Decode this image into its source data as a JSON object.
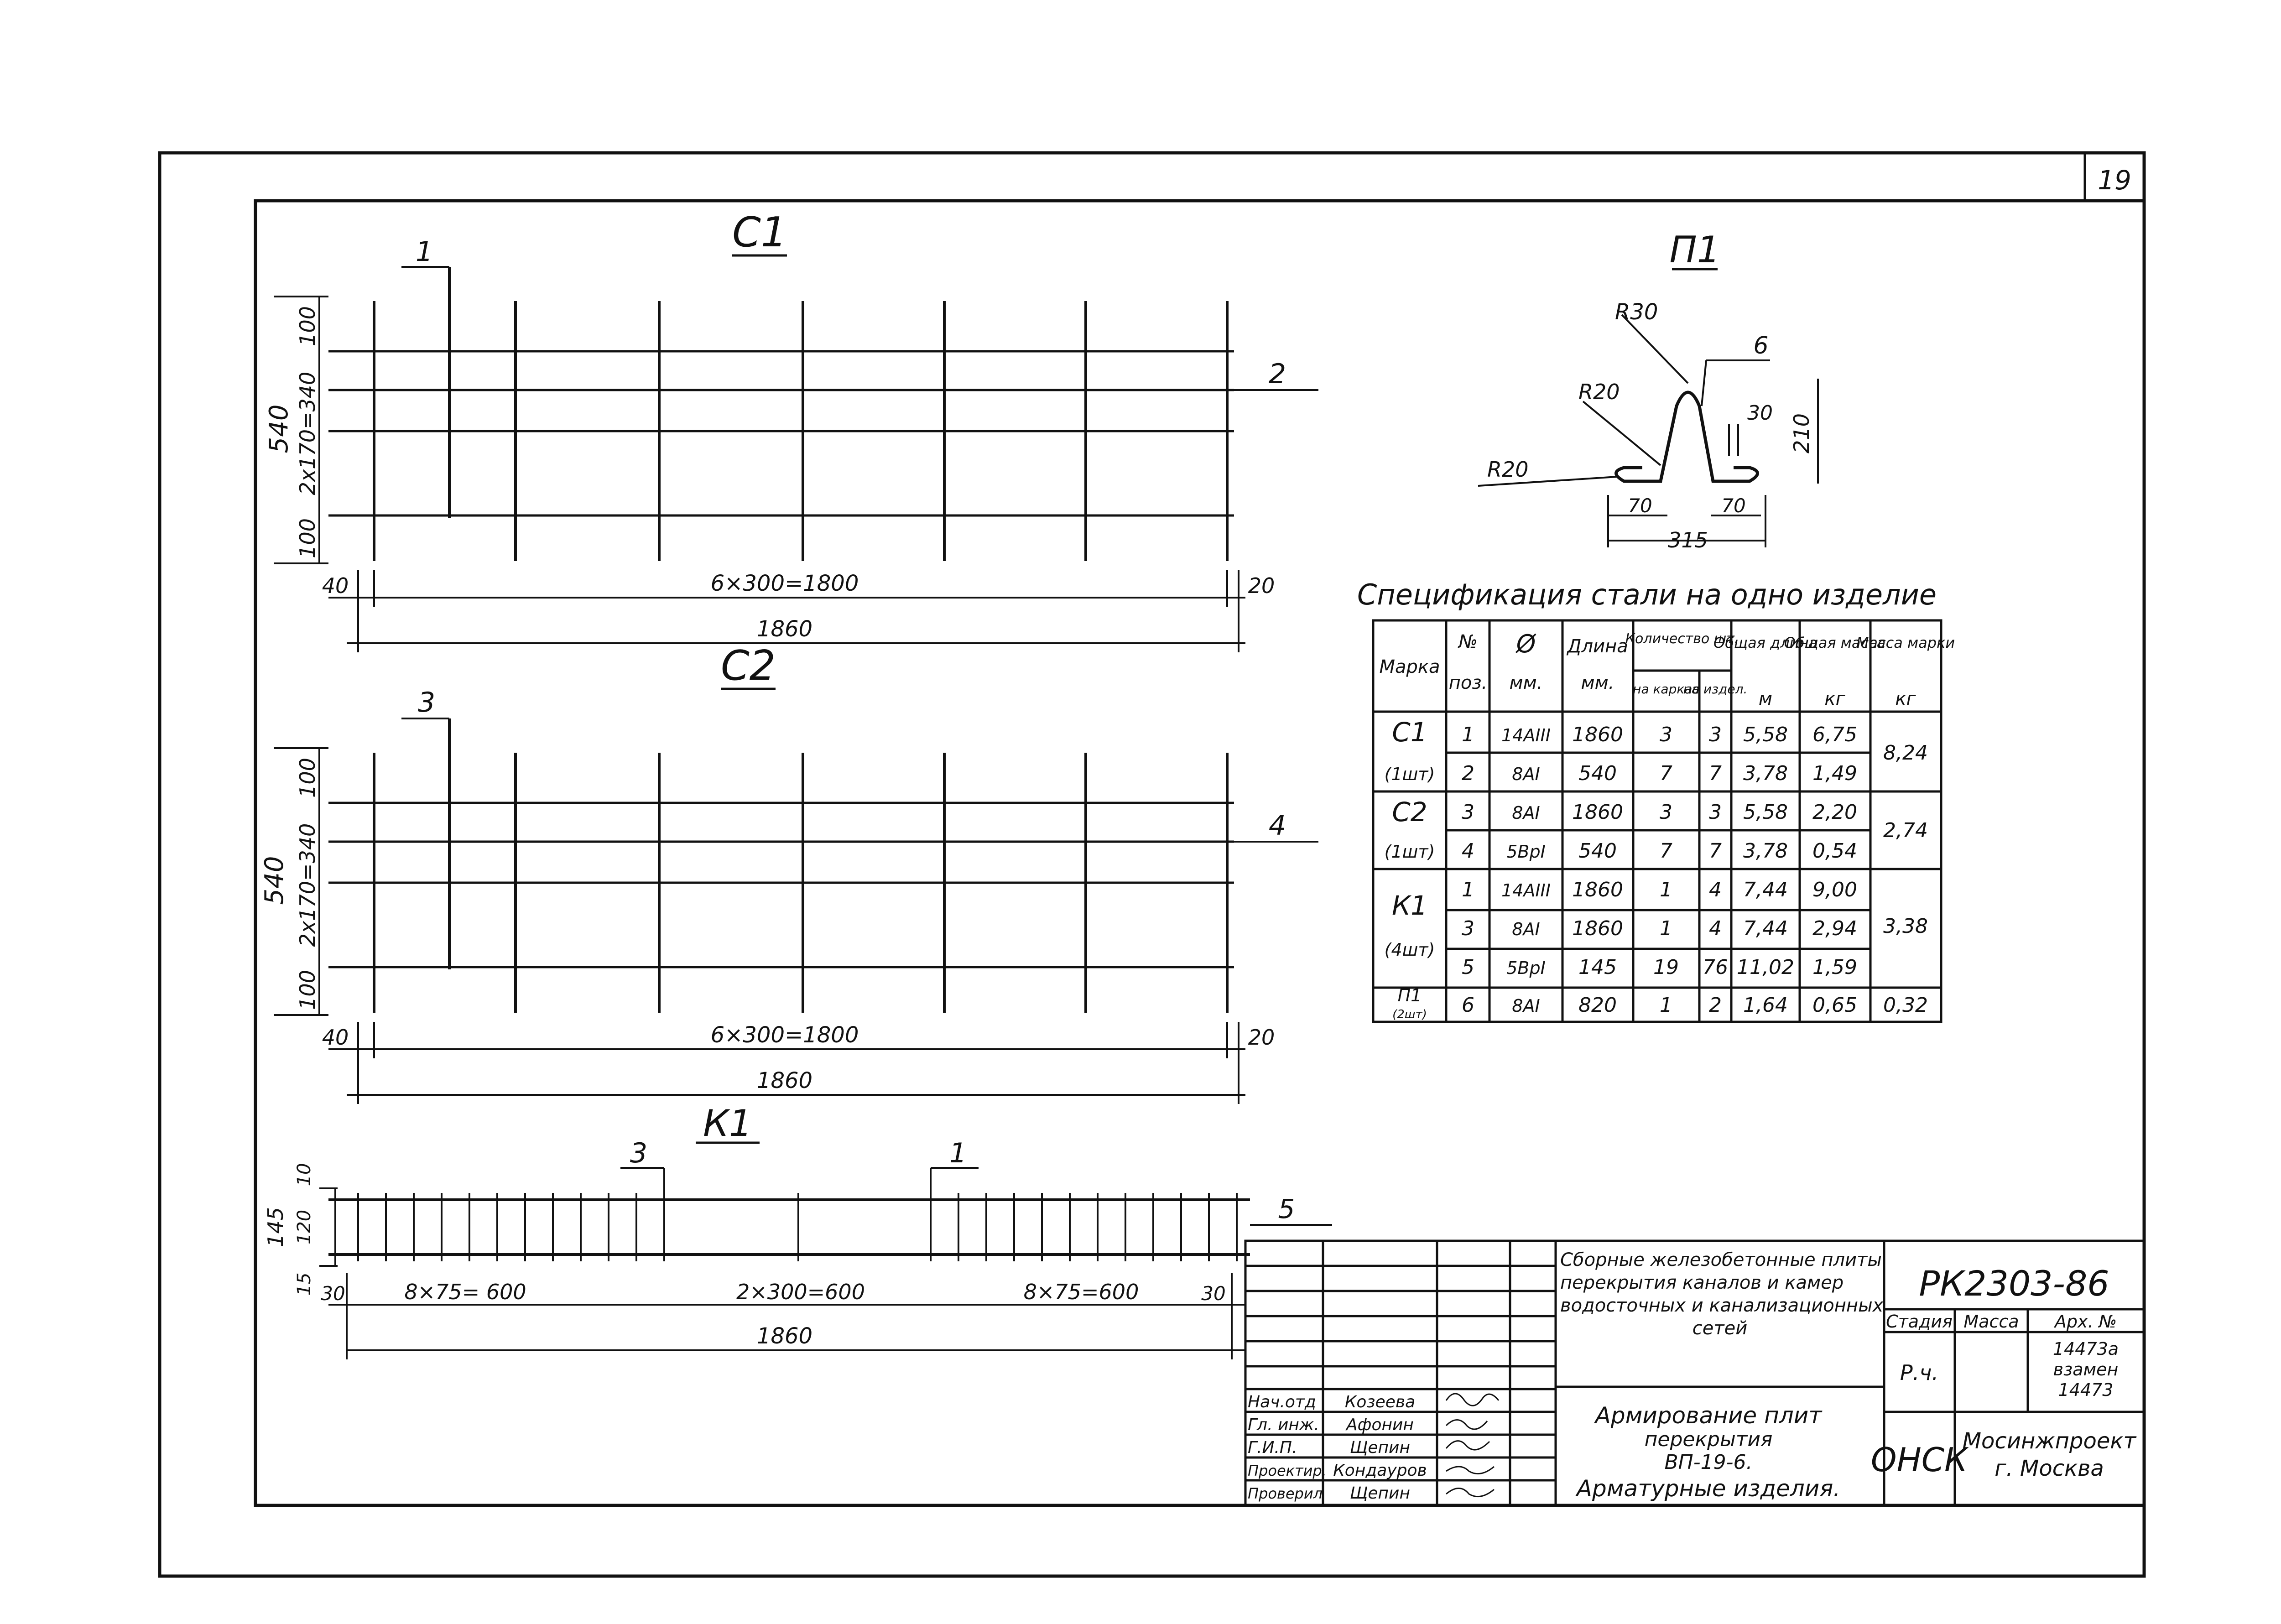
{
  "sheet_number": "19",
  "c1": {
    "title": "С1",
    "pos_top": "1",
    "pos_side": "2",
    "dim_total_h": "540",
    "dim_top": "100",
    "dim_mid": "2х170=340",
    "dim_bottom": "100",
    "dim_left": "40",
    "dim_span": "6×300=1800",
    "dim_right": "20",
    "dim_total_w": "1860"
  },
  "c2": {
    "title": "С2",
    "pos_top": "3",
    "pos_side": "4",
    "dim_total_h": "540",
    "dim_top": "100",
    "dim_mid": "2х170=340",
    "dim_bottom": "100",
    "dim_left": "40",
    "dim_span": "6×300=1800",
    "dim_right": "20",
    "dim_total_w": "1860"
  },
  "k1": {
    "title": "К1",
    "pos_a": "3",
    "pos_b": "1",
    "pos_side": "5",
    "dim_total_h": "145",
    "dim_top": "10",
    "dim_mid": "120",
    "dim_bottom": "15",
    "dim_left": "30",
    "dim_seg1": "8×75= 600",
    "dim_seg2": "2×300=600",
    "dim_seg3": "8×75=600",
    "dim_right": "30",
    "dim_total_w": "1860"
  },
  "p1": {
    "title": "П1",
    "r30": "R30",
    "r20a": "R20",
    "r20b": "R20",
    "pos": "6",
    "dim_30": "30",
    "dim_210": "210",
    "dim_70a": "70",
    "dim_70b": "70",
    "dim_315": "315"
  },
  "spec": {
    "title": "Спецификация стали на одно изделие",
    "headers": {
      "mark": "Марка",
      "pos1": "№",
      "pos2": "поз.",
      "dia1": "Ø",
      "dia2": "мм.",
      "len1": "Длина",
      "len2": "мм.",
      "qty": "Количество шт.",
      "qty_a": "на каркас",
      "qty_b": "на издел.",
      "tlen1": "Общая длина",
      "tlen2": "м",
      "mass1": "Общая масса",
      "mass2": "кг",
      "mm1": "Масса марки",
      "mm2": "кг"
    },
    "groups": [
      {
        "mark": "С1",
        "count": "(1шт)",
        "mass": "8,24",
        "rows": [
          {
            "pos": "1",
            "dia": "14АIII",
            "len": "1860",
            "qa": "3",
            "qb": "3",
            "tl": "5,58",
            "tm": "6,75"
          },
          {
            "pos": "2",
            "dia": "8АI",
            "len": "540",
            "qa": "7",
            "qb": "7",
            "tl": "3,78",
            "tm": "1,49"
          }
        ]
      },
      {
        "mark": "С2",
        "count": "(1шт)",
        "mass": "2,74",
        "rows": [
          {
            "pos": "3",
            "dia": "8АI",
            "len": "1860",
            "qa": "3",
            "qb": "3",
            "tl": "5,58",
            "tm": "2,20"
          },
          {
            "pos": "4",
            "dia": "5ВрI",
            "len": "540",
            "qa": "7",
            "qb": "7",
            "tl": "3,78",
            "tm": "0,54"
          }
        ]
      },
      {
        "mark": "К1",
        "count": "(4шт)",
        "mass": "3,38",
        "rows": [
          {
            "pos": "1",
            "dia": "14АIII",
            "len": "1860",
            "qa": "1",
            "qb": "4",
            "tl": "7,44",
            "tm": "9,00"
          },
          {
            "pos": "3",
            "dia": "8АI",
            "len": "1860",
            "qa": "1",
            "qb": "4",
            "tl": "7,44",
            "tm": "2,94"
          },
          {
            "pos": "5",
            "dia": "5ВрI",
            "len": "145",
            "qa": "19",
            "qb": "76",
            "tl": "11,02",
            "tm": "1,59"
          }
        ]
      },
      {
        "mark": "П1",
        "count": "(2шт)",
        "mass": "0,32",
        "rows": [
          {
            "pos": "6",
            "dia": "8АI",
            "len": "820",
            "qa": "1",
            "qb": "2",
            "tl": "1,64",
            "tm": "0,65"
          }
        ]
      }
    ]
  },
  "title_block": {
    "doc_code": "РК2303-86",
    "project": [
      "Сборные железобетонные плиты",
      "перекрытия каналов и камер",
      "водосточных и канализационных",
      "сетей"
    ],
    "sheet_title": [
      "Армирование плит",
      "перекрытия",
      "ВП-19-6.",
      "Арматурные изделия."
    ],
    "stage_header": "Стадия",
    "mass_header": "Масса",
    "arch_header": "Арх. №",
    "stage": "Р.ч.",
    "arch_no": [
      "14473а",
      "взамен",
      "14473"
    ],
    "dept": "ОНСК",
    "org": [
      "Мосинжпроект",
      "г. Москва"
    ],
    "staff": [
      {
        "role": "Нач.отд",
        "name": "Козеева"
      },
      {
        "role": "Гл. инж.",
        "name": "Афонин"
      },
      {
        "role": "Г.И.П.",
        "name": "Щепин"
      },
      {
        "role": "Проектир.",
        "name": "Кондауров"
      },
      {
        "role": "Проверил",
        "name": "Щепин"
      }
    ]
  }
}
